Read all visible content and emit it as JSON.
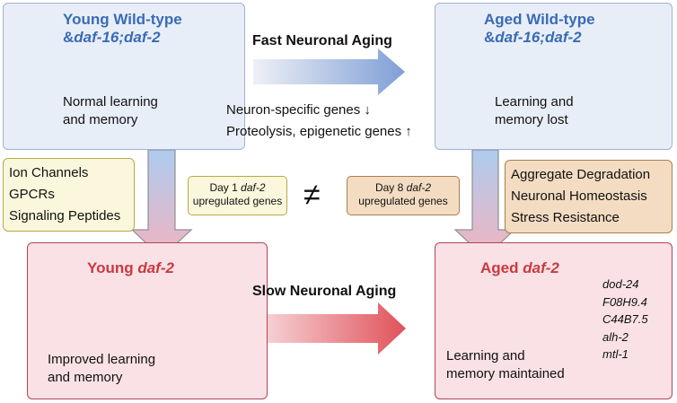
{
  "panels": {
    "young_wt": {
      "title_line1": "Young Wild-type",
      "title_line2_prefix": "&",
      "title_line2_italic": "daf-16;daf-2",
      "body": [
        "Normal learning",
        "and memory"
      ]
    },
    "aged_wt": {
      "title_line1": "Aged Wild-type",
      "title_line2_prefix": "&",
      "title_line2_italic": "daf-16;daf-2",
      "body": [
        "Learning and",
        "memory lost"
      ]
    },
    "young_daf2": {
      "title_prefix": "Young ",
      "title_italic": "daf-2",
      "body": [
        "Improved learning",
        "and memory"
      ]
    },
    "aged_daf2": {
      "title_prefix": "Aged ",
      "title_italic": "daf-2",
      "body": [
        "Learning and",
        "memory maintained"
      ]
    }
  },
  "arrows": {
    "fast_label": "Fast Neuronal Aging",
    "slow_label": "Slow Neuronal Aging"
  },
  "changes": {
    "down_line": "Neuron-specific genes",
    "up_line": "Proteolysis, epigenetic genes",
    "down_symbol": "↓",
    "up_symbol": "↑"
  },
  "young_genes_box": {
    "items": [
      "Ion Channels",
      "GPCRs",
      "Signaling Peptides"
    ]
  },
  "aged_genes_box": {
    "items": [
      "Aggregate Degradation",
      "Neuronal Homeostasis",
      "Stress Resistance"
    ]
  },
  "comparison": {
    "day1_prefix": "Day 1 ",
    "day1_italic": "daf-2",
    "day1_line2": "upregulated genes",
    "day8_prefix": "Day 8 ",
    "day8_italic": "daf-2",
    "day8_line2": "upregulated genes",
    "symbol": "≠"
  },
  "aged_daf2_genes": [
    "dod-24",
    "F08H9.4",
    "C44B7.5",
    "alh-2",
    "mtl-1"
  ],
  "colors": {
    "blue_title": "#3a6bb5",
    "red_title": "#c93a3f",
    "bulb_on": "#f5c518",
    "bulb_off": "#c9c9c9"
  }
}
